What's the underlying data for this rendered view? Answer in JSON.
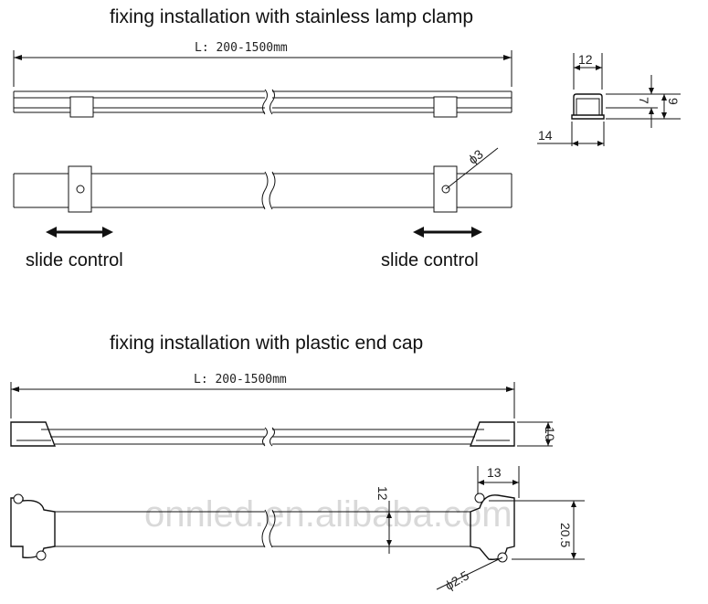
{
  "section1": {
    "title": "fixing installation with stainless lamp clamp",
    "length_label": "L: 200-1500mm",
    "dims": {
      "width": "12",
      "height_inner": "7",
      "height_outer": "9",
      "base": "14"
    },
    "hole_label": "ϕ3",
    "slide_left": "slide control",
    "slide_right": "slide control"
  },
  "section2": {
    "title": "fixing installation with plastic end cap",
    "length_label": "L: 200-1500mm",
    "dims": {
      "profile_height": "10",
      "cap_width": "13",
      "bar_width": "12",
      "cap_height": "20.5"
    },
    "hole_label": "ϕ2.5"
  },
  "watermark": "onnled.en.alibaba.com"
}
